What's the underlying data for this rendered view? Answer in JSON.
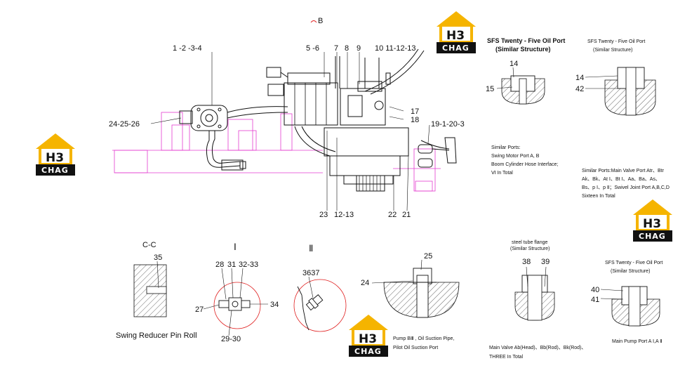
{
  "logo": {
    "text": "CHAG"
  },
  "section_marker": "B",
  "main_callouts": {
    "top_left": "1  -2  -3-4",
    "top_mid": "5  -6",
    "n7": "7",
    "n8": "8",
    "n9": "9",
    "top_right": "10 11-12-13",
    "n17": "17",
    "n18": "18",
    "left": "24-25-26",
    "right": "19-1-20-3",
    "bottom_23": "23",
    "bottom_12_13": "12-13",
    "bottom_22": "22",
    "bottom_21": "21"
  },
  "cc_view": {
    "title": "C-C",
    "n35": "35",
    "caption": "Swing Reducer Pin Roll"
  },
  "detail_I": {
    "title": "Ⅰ",
    "n28": "28",
    "n31": "31",
    "n32_33": "32-33",
    "n27": "27",
    "n34": "34",
    "n29_30": "29-30"
  },
  "detail_II": {
    "title": "Ⅱ",
    "n36_37": "3637"
  },
  "pump_port": {
    "n24": "24",
    "n25": "25",
    "caption_line1": "Pump BⅢ , Oil Suction Pipe,",
    "caption_line2": "Pilot Oil Suction Port"
  },
  "sfs_port_1": {
    "title_line1": "SFS Twenty - Five Oil Port",
    "title_line2": "(Similar Structure)",
    "n14": "14",
    "n15": "15",
    "note_line1": "Similar Ports:",
    "note_line2": "Swing Motor Port A, B",
    "note_line3": "Boom Cylinder Hose Interface;",
    "note_line4": "Ⅵ In Total"
  },
  "sfs_port_2": {
    "title_line1": "SFS Twenty - Five Oil Port",
    "title_line2": "(Similar Structure)",
    "n14": "14",
    "n42": "42",
    "note_line1": "Similar Ports:Main Valve Port Atr、Btr",
    "note_line2": "Ak、Bk、At Ⅰ、Bt Ⅰ、Aa、Ba、As、",
    "note_line3": "Bs、p Ⅰ、p Ⅱ；Swivel Joint Port A,B,C,D",
    "note_line4": "Sixteen In Total"
  },
  "steel_flange": {
    "title_line1": "steel tube flange",
    "title_line2": "(Similar Structure)",
    "n38": "38",
    "n39": "39",
    "caption_line1": "Main Valve Ab(Head)、Bb(Rod)、Bk(Rod)、",
    "caption_line2": "THREE In Total"
  },
  "sfs_port_3": {
    "title_line1": "SFS Twenty - Five Oil Port",
    "title_line2": "(Similar Structure)",
    "n40": "40",
    "n41": "41",
    "caption": "Main Pump Port A Ⅰ,A Ⅱ"
  }
}
